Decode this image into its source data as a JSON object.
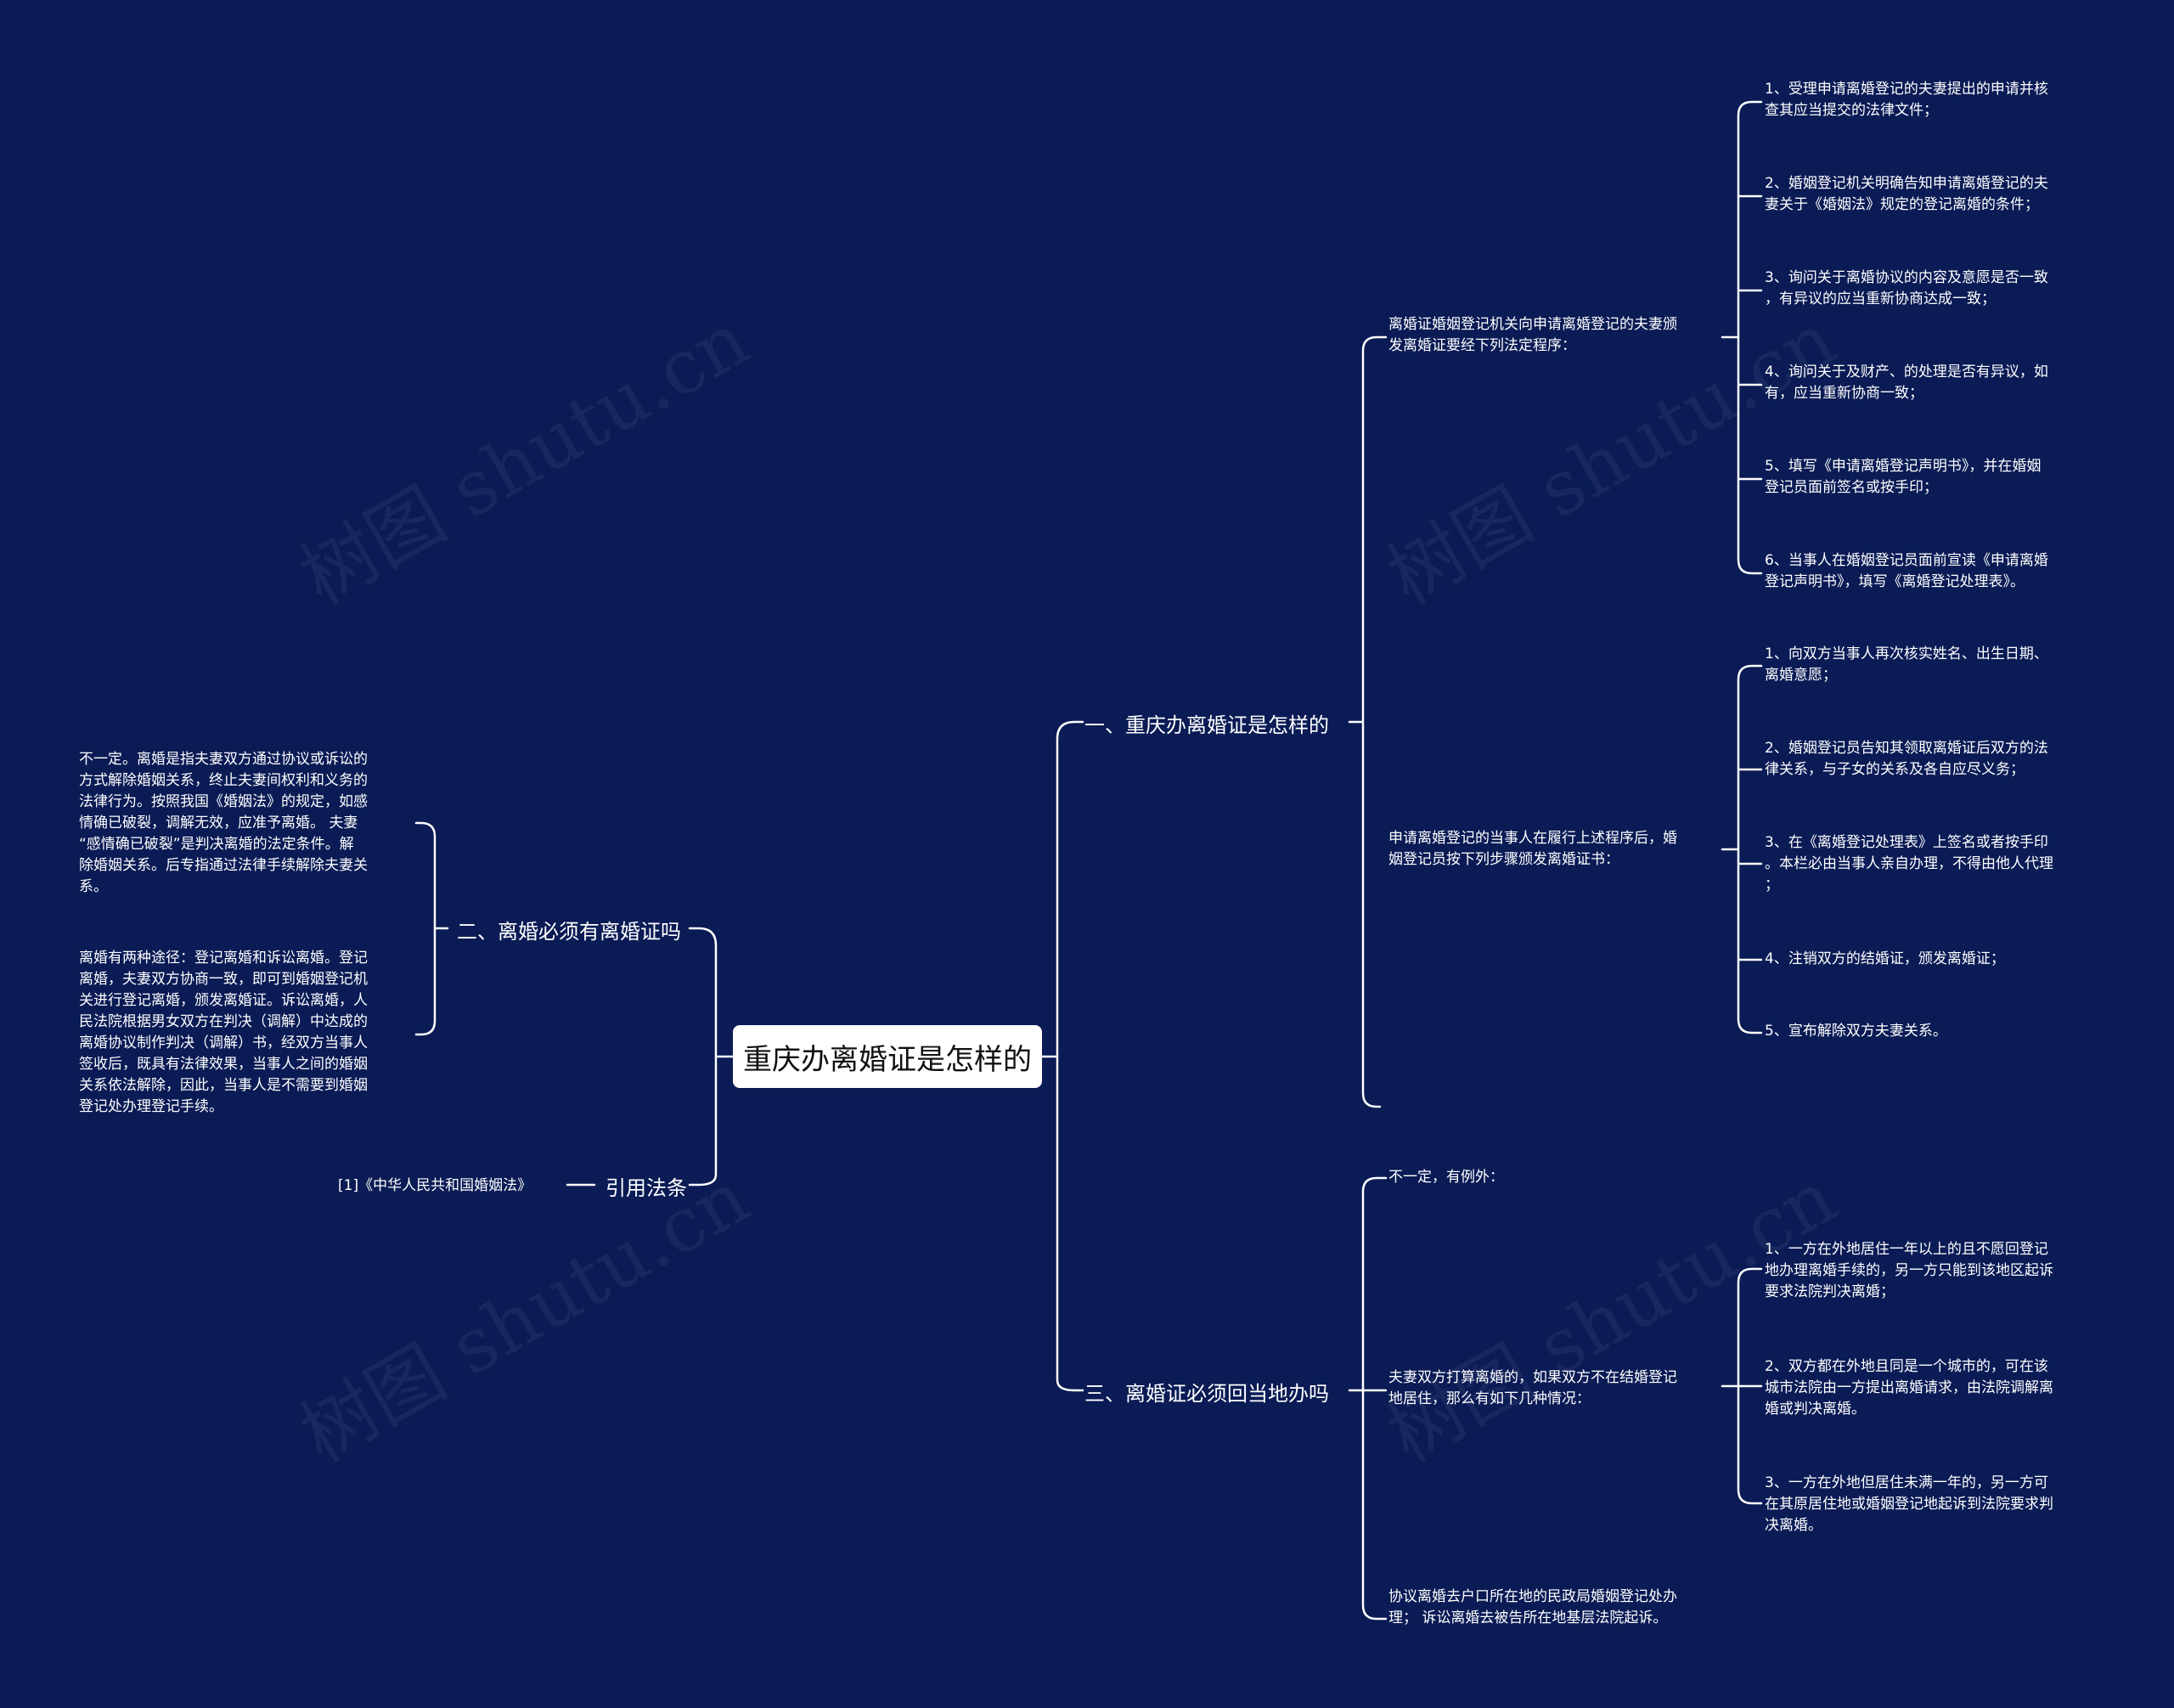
{
  "watermark": "树图 shutu.cn",
  "root": "重庆办离婚证是怎样的",
  "b1": {
    "label": "一、重庆办离婚证是怎样的",
    "g1": {
      "text": "离婚证婚姻登记机关向申请离婚登记的夫妻颁\n发离婚证要经下列法定程序：",
      "items": [
        "1、受理申请离婚登记的夫妻提出的申请并核\n查其应当提交的法律文件；",
        "2、婚姻登记机关明确告知申请离婚登记的夫\n妻关于《婚姻法》规定的登记离婚的条件；",
        "3、询问关于离婚协议的内容及意愿是否一致\n，有异议的应当重新协商达成一致；",
        "4、询问关于及财产、的处理是否有异议，如\n有，应当重新协商一致；",
        "5、填写《申请离婚登记声明书》，并在婚姻\n登记员面前签名或按手印；",
        "6、当事人在婚姻登记员面前宣读《申请离婚\n登记声明书》，填写《离婚登记处理表》。"
      ]
    },
    "g2": {
      "text": "申请离婚登记的当事人在履行上述程序后，婚\n姻登记员按下列步骤颁发离婚证书：",
      "items": [
        "1、向双方当事人再次核实姓名、出生日期、\n离婚意愿；",
        "2、婚姻登记员告知其领取离婚证后双方的法\n律关系，与子女的关系及各自应尽义务；",
        "3、在《离婚登记处理表》上签名或者按手印\n。本栏必由当事人亲自办理，不得由他人代理\n；",
        "4、注销双方的结婚证，颁发离婚证；",
        "5、宣布解除双方夫妻关系。"
      ]
    }
  },
  "b3": {
    "label": "三、离婚证必须回当地办吗",
    "t1": "不一定，有例外：",
    "g": {
      "text": "夫妻双方打算离婚的，如果双方不在结婚登记\n地居住，那么有如下几种情况：",
      "items": [
        "1、一方在外地居住一年以上的且不愿回登记\n地办理离婚手续的，另一方只能到该地区起诉\n要求法院判决离婚；",
        "2、双方都在外地且同是一个城市的，可在该\n城市法院由一方提出离婚请求，由法院调解离\n婚或判决离婚。",
        "3、一方在外地但居住未满一年的，另一方可\n在其原居住地或婚姻登记地起诉到法院要求判\n决离婚。"
      ]
    },
    "t3": "协议离婚去户口所在地的民政局婚姻登记处办\n理； 诉讼离婚去被告所在地基层法院起诉。"
  },
  "b2": {
    "label": "二、离婚必须有离婚证吗",
    "t1": "不一定。离婚是指夫妻双方通过协议或诉讼的\n方式解除婚姻关系，终止夫妻间权利和义务的\n法律行为。按照我国《婚姻法》的规定，如感\n情确已破裂，调解无效，应准予离婚。 夫妻\n“感情确已破裂”是判决离婚的法定条件。解\n除婚姻关系。后专指通过法律手续解除夫妻关\n系。",
    "t2": "离婚有两种途径：登记离婚和诉讼离婚。登记\n离婚，夫妻双方协商一致，即可到婚姻登记机\n关进行登记离婚，颁发离婚证。诉讼离婚，人\n民法院根据男女双方在判决（调解）中达成的\n离婚协议制作判决（调解）书，经双方当事人\n签收后，既具有法律效果，当事人之间的婚姻\n关系依法解除，因此，当事人是不需要到婚姻\n登记处办理登记手续。"
  },
  "b4": {
    "label": "引用法条",
    "t1": "[1]《中华人民共和国婚姻法》"
  }
}
